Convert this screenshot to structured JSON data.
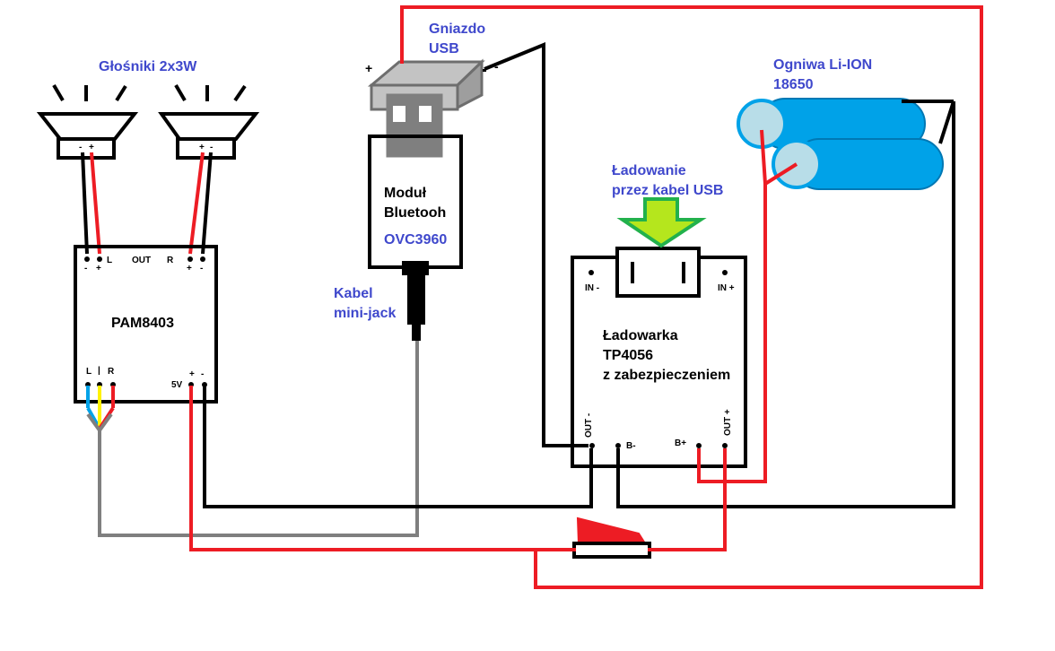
{
  "labels": {
    "speakers": "Głośniki 2x3W",
    "usb_socket_line1": "Gniazdo",
    "usb_socket_line2": "USB",
    "cells_line1": "Ogniwa Li-ION",
    "cells_line2": "18650",
    "charging_line1": "Ładowanie",
    "charging_line2": "przez kabel USB",
    "bt_line1": "Moduł",
    "bt_line2": "Bluetooh",
    "bt_model": "OVC3960",
    "jack_line1": "Kabel",
    "jack_line2": "mini-jack",
    "amp_name": "PAM8403",
    "charger_line1": "Ładowarka",
    "charger_line2": "TP4056",
    "charger_line3": "z zabezpieczeniem"
  },
  "pins": {
    "spk_minus": "-",
    "spk_plus": "+",
    "amp_l": "L",
    "amp_out": "OUT",
    "amp_r": "R",
    "amp_in_l": "L",
    "amp_in_sep": "|",
    "amp_in_r": "R",
    "amp_5v": "5V",
    "usb_plus": "+",
    "usb_minus": "-",
    "in_minus": "IN -",
    "in_plus": "IN +",
    "out_minus": "OUT -",
    "b_minus": "B-",
    "b_plus": "B+",
    "out_plus": "OUT +"
  },
  "colors": {
    "wire_red": "#ed1c24",
    "wire_black": "#000000",
    "wire_gray": "#7f7f7f",
    "wire_blue": "#00a2e8",
    "wire_yellow": "#fff200",
    "label_blue": "#3f48cc",
    "battery": "#00a2e8",
    "arrow_green": "#80e020"
  }
}
